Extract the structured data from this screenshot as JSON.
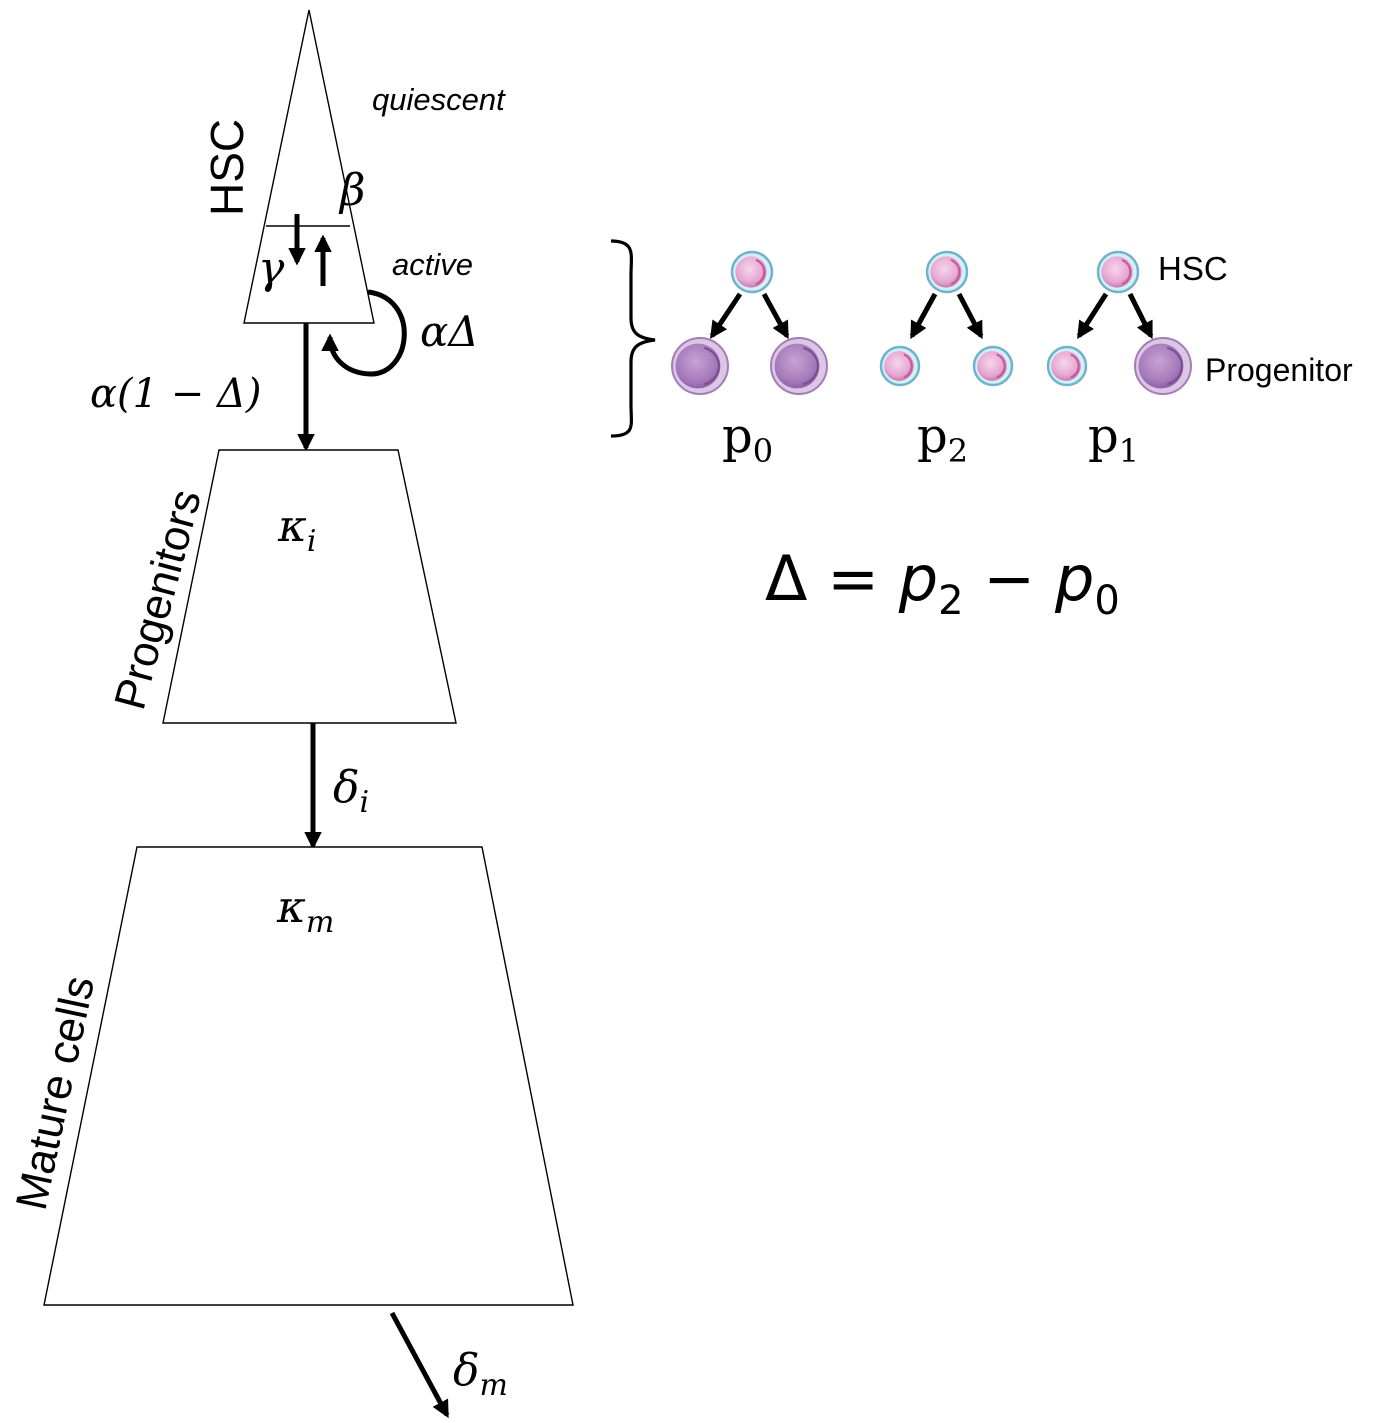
{
  "labels": {
    "hsc_vertical": "HSC",
    "progenitors_vertical": "Progenitors",
    "mature_vertical": "Mature cells",
    "quiescent": "quiescent",
    "active": "active",
    "hsc_legend": "HSC",
    "progenitor_legend": "Progenitor"
  },
  "math": {
    "beta": "β",
    "gamma": "γ",
    "alpha_delta": "αΔ",
    "alpha_one_minus_delta": "α(1 − Δ)",
    "kappa_i": "κ",
    "kappa_i_sub": "i",
    "kappa_m": "κ",
    "kappa_m_sub": "m",
    "delta_i": "δ",
    "delta_i_sub": "i",
    "delta_m": "δ",
    "delta_m_sub": "m"
  },
  "divisions": [
    {
      "label": "p",
      "sub": "0",
      "left": "progenitor",
      "right": "progenitor"
    },
    {
      "label": "p",
      "sub": "2",
      "left": "hsc",
      "right": "hsc"
    },
    {
      "label": "p",
      "sub": "1",
      "left": "hsc",
      "right": "progenitor"
    }
  ],
  "equation": {
    "lhs": "Δ = ",
    "p2": "p",
    "p2_sub": "2",
    "minus": " − ",
    "p0": "p",
    "p0_sub": "0"
  },
  "colors": {
    "line": "#000000",
    "hsc_fill": "#e8a9d0",
    "hsc_ring": "#8fc6d8",
    "progenitor_fill": "#b98ec7",
    "progenitor_ring": "#d3b6de"
  }
}
